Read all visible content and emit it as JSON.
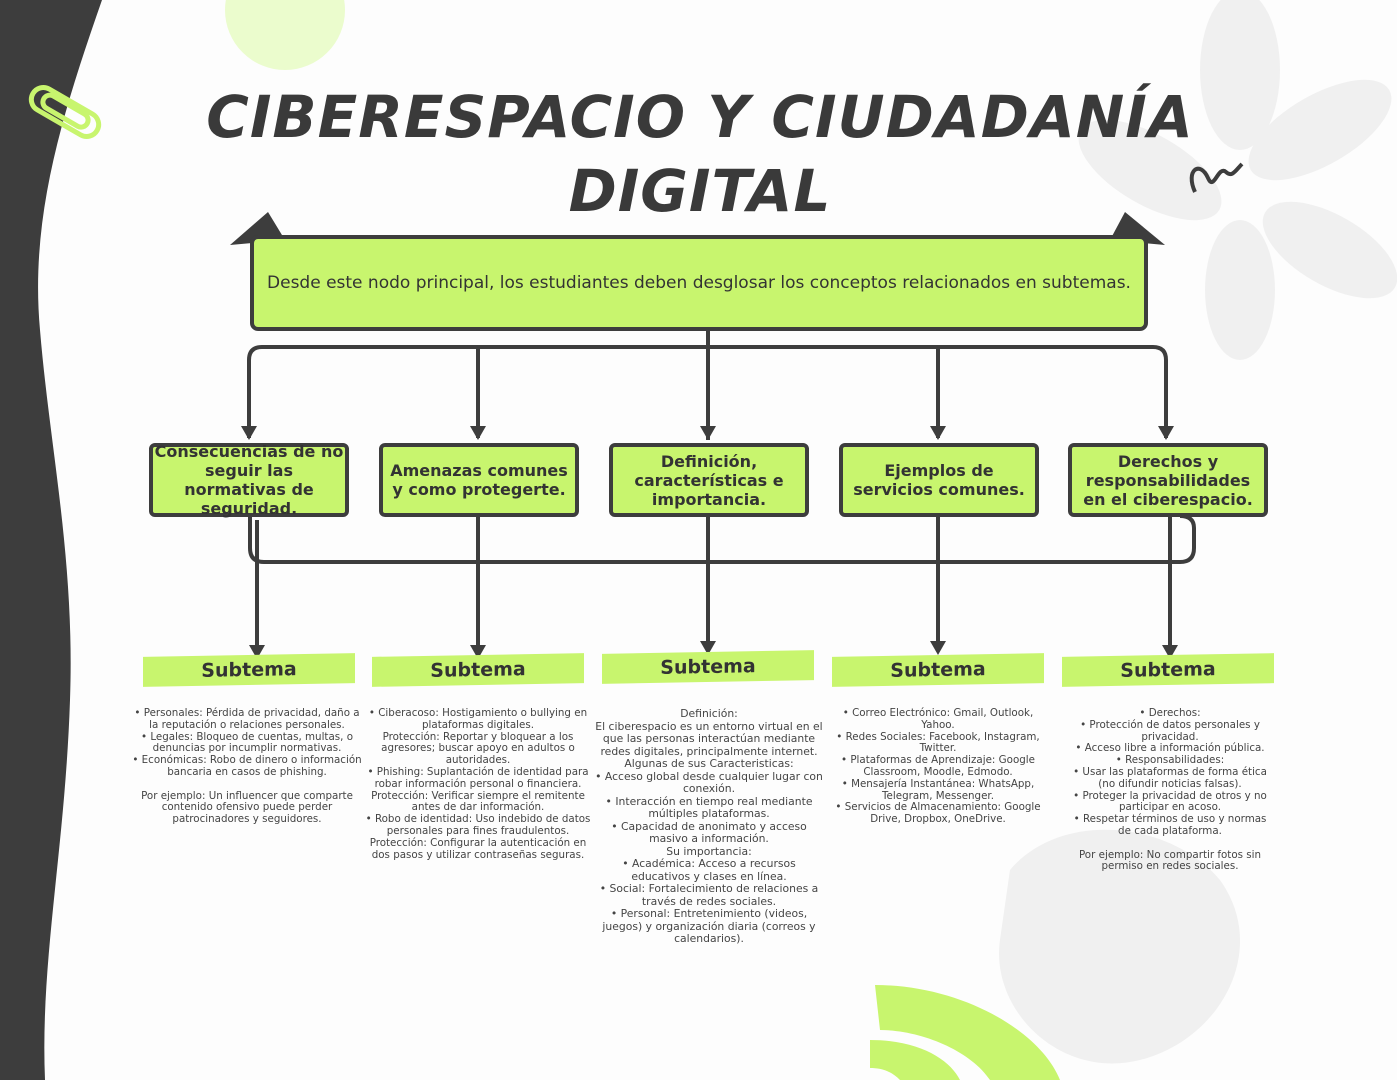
{
  "title": {
    "line1": "CIBERESPACIO Y CIUDADANÍA",
    "line2": "DIGITAL"
  },
  "main_node": {
    "text": "Desde este nodo principal, los estudiantes deben desglosar los conceptos relacionados en subtemas."
  },
  "colors": {
    "accent": "#c8f56e",
    "dark": "#3d3d3d"
  },
  "icons": [
    "paperclip-icon",
    "squiggle-icon"
  ],
  "branches": [
    {
      "label": "Consecuencias de no seguir las normativas de seguridad.",
      "subtema": "Subtema",
      "content": "• Personales: Pérdida de privacidad, daño a la reputación o relaciones personales.\n• Legales: Bloqueo de cuentas, multas, o denuncias por incumplir normativas.\n• Económicas: Robo de dinero o información bancaria en casos de phishing.\n\nPor ejemplo: Un influencer que comparte contenido ofensivo puede perder patrocinadores y seguidores."
    },
    {
      "label": "Amenazas comunes y como protegerte.",
      "subtema": "Subtema",
      "content": "• Ciberacoso: Hostigamiento o bullying en plataformas digitales.\nProtección: Reportar y bloquear a los agresores; buscar apoyo en adultos o autoridades.\n• Phishing: Suplantación de identidad para robar información personal o financiera.\nProtección: Verificar siempre el remitente antes de dar información.\n• Robo de identidad: Uso indebido de datos personales para fines fraudulentos.\nProtección: Configurar la autenticación en dos pasos y utilizar contraseñas seguras."
    },
    {
      "label": "Definición, características e importancia.",
      "subtema": "Subtema",
      "content": "Definición:\nEl ciberespacio es un entorno virtual en el que las personas interactúan mediante redes digitales, principalmente internet.\nAlgunas de sus Caracteristicas:\n• Acceso global desde cualquier lugar con conexión.\n• Interacción en tiempo real mediante múltiples plataformas.\n• Capacidad de anonimato y acceso masivo a información.\nSu importancia:\n• Académica: Acceso a recursos educativos y clases en línea.\n• Social: Fortalecimiento de relaciones a través de redes sociales.\n• Personal: Entretenimiento (videos, juegos) y organización diaria (correos y calendarios)."
    },
    {
      "label": "Ejemplos de servicios comunes.",
      "subtema": "Subtema",
      "content": "• Correo Electrónico: Gmail, Outlook, Yahoo.\n• Redes Sociales: Facebook, Instagram, Twitter.\n• Plataformas de Aprendizaje: Google Classroom, Moodle, Edmodo.\n• Mensajería Instantánea: WhatsApp, Telegram, Messenger.\n• Servicios de Almacenamiento: Google Drive, Dropbox, OneDrive."
    },
    {
      "label": "Derechos y responsabilidades en el ciberespacio.",
      "subtema": "Subtema",
      "content": "• Derechos:\n• Protección de datos personales y privacidad.\n• Acceso libre a información pública.\n• Responsabilidades:\n• Usar las plataformas de forma ética (no difundir noticias falsas).\n• Proteger la privacidad de otros y no participar en acoso.\n• Respetar términos de uso y normas de cada plataforma.\n\nPor ejemplo: No compartir fotos sin permiso en redes sociales."
    }
  ]
}
